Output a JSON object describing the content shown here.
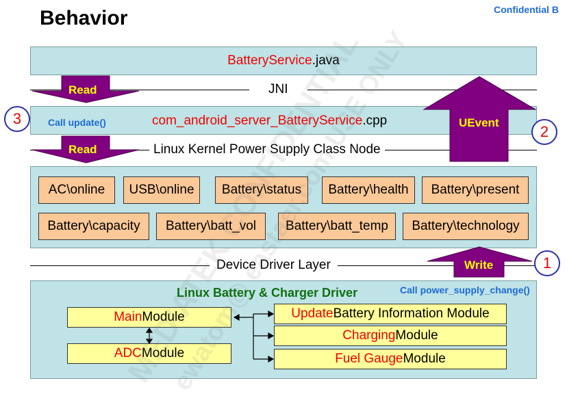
{
  "header": {
    "title": "Behavior",
    "confidential": "Confidential B"
  },
  "battery_service": {
    "name_red": "BatteryService",
    "name_rest": ".java"
  },
  "jni": {
    "label": "JNI"
  },
  "jni_layer": {
    "call": "Call update()",
    "file_red": "com_android_server_BatteryService",
    "file_rest": ".cpp"
  },
  "kernel_node": {
    "label": "Linux Kernel Power Supply Class Node"
  },
  "nodes_row1": [
    "AC\\online",
    "USB\\online",
    "Battery\\status",
    "Battery\\health",
    "Battery\\present"
  ],
  "nodes_row2": [
    "Battery\\capacity",
    "Battery\\batt_vol",
    "Battery\\batt_temp",
    "Battery\\technology"
  ],
  "driver_layer": {
    "label": "Device Driver Layer"
  },
  "driver_box": {
    "title": "Linux Battery & Charger Driver",
    "call": "Call power_supply_change()"
  },
  "modules": {
    "main_red": "Main",
    "main_rest": " Module",
    "adc_red": "ADC",
    "adc_rest": " Module",
    "update_red": "Update",
    "update_rest": " Battery Information Module",
    "charging_red": "Charging",
    "charging_rest": " Module",
    "fuel_red": "Fuel Gauge",
    "fuel_rest": " Module"
  },
  "arrows": {
    "read1": "Read",
    "read2": "Read",
    "uevent": "UEvent",
    "write": "Write"
  },
  "steps": {
    "one": "1",
    "two": "2",
    "three": "3"
  },
  "watermark": {
    "line1": "MEDIATEK CONFIDENTIAL",
    "line2": "ewatom@ eastaer.com USE ONLY",
    "line3": "ewatom@ eastaer.com USE ONLY"
  },
  "colors": {
    "band": "#bfe3e6",
    "node": "#fbc898",
    "module": "#ffff9c",
    "arrow": "#800080",
    "accent_red": "#f00000",
    "accent_blue": "#1e6bd6",
    "title_green": "#107010"
  }
}
